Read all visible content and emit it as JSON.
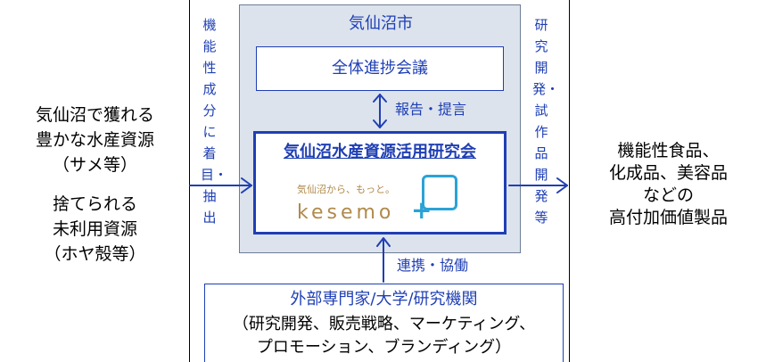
{
  "left": {
    "line1": "気仙沼で獲れる",
    "line2": "豊かな水産資源",
    "line3": "（サメ等）",
    "line4": "捨てられる",
    "line5": "未利用資源",
    "line6": "（ホヤ殻等）"
  },
  "right": {
    "line1": "機能性食品、",
    "line2": "化成品、美容品",
    "line3": "などの",
    "line4": "高付加価値製品"
  },
  "city": {
    "title": "気仙沼市",
    "progress_meeting": "全体進捗会議",
    "report_label": "報告・提言",
    "research_title": "気仙沼水産資源活用研究会",
    "logo_tagline": "気仙沼から、もっと。",
    "logo_word": "kesemo",
    "logo_plus": "+"
  },
  "vertical_left": "機能性成分に着目・抽出",
  "vertical_right": "研究開発・試作品開発等",
  "collab_label": "連携・協働",
  "experts": {
    "line1": "外部専門家/大学/研究機関",
    "line2": "（研究開発、販売戦略、マーケティング、",
    "line3": "プロモーション、ブランディング）"
  },
  "colors": {
    "accent_blue": "#1f3fb4",
    "city_bg": "#dce3ed",
    "logo_teal": "#2aa3d6",
    "logo_gold": "#b08a4b"
  }
}
